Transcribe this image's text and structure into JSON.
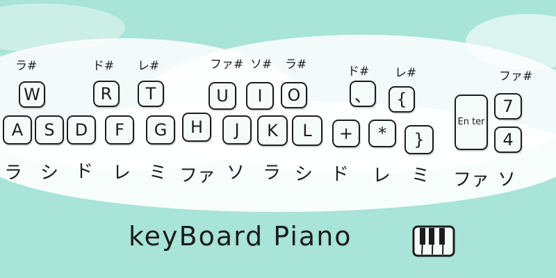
{
  "title": "keyBoard Piano",
  "icon": "piano-icon",
  "colors": {
    "background": "#a8e4d8",
    "cloud": "#ffffff",
    "ink": "#1c1c1c"
  },
  "top_labels": [
    "ラ#",
    "ド#",
    "レ#",
    "ファ#",
    "ソ#",
    "ラ#",
    "ド#",
    "レ#",
    "ファ#"
  ],
  "top_keys": [
    "W",
    "R",
    "T",
    "U",
    "I",
    "O",
    "、",
    "{",
    "7"
  ],
  "main_keys": [
    "A",
    "S",
    "D",
    "F",
    "G",
    "H",
    "J",
    "K",
    "L",
    "+",
    "*",
    "}",
    "En ter",
    "4"
  ],
  "notes": [
    "ラ",
    "シ",
    "ド",
    "レ",
    "ミ",
    "ファ",
    "ソ",
    "ラ",
    "シ",
    "ド",
    "レ",
    "ミ",
    "ファ",
    "ソ"
  ]
}
